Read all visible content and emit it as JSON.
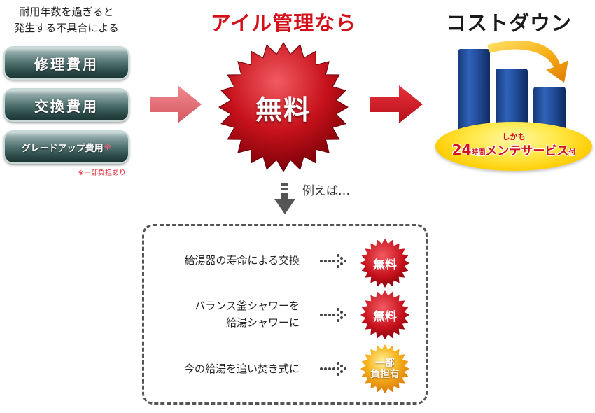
{
  "intro": {
    "line1": "耐用年数を過ぎると",
    "line2": "発生する不具合による"
  },
  "pills": [
    {
      "label": "修理費用"
    },
    {
      "label": "交換費用"
    },
    {
      "label": "グレードアップ費用",
      "mark": "※"
    }
  ],
  "note": "※一部負担あり",
  "headline": "アイル管理なら",
  "burst": "無料",
  "example": "例えば…",
  "result": {
    "title": "コストダウン",
    "oval_sub": "しかも",
    "oval_num": "24",
    "oval_small": "時間",
    "oval_main": "メンテサービス",
    "oval_end": "付"
  },
  "rows": [
    {
      "line1": "給湯器の寿命による交換",
      "line2": "",
      "badge": "無料"
    },
    {
      "line1": "バランス釜シャワーを",
      "line2": "給湯シャワーに",
      "badge": "無料"
    },
    {
      "line1": "今の給湯を追い焚き式に",
      "line2": "",
      "badge1": "一部",
      "badge2": "負担有"
    }
  ],
  "colors": {
    "accent_red": "#d4111b",
    "pill_teal": "#3b5f5d",
    "bar_blue": "#1f4f9f",
    "swoosh_orange": "#f39800",
    "badge_yellow": "#ffcf0a",
    "badge_orange": "#f29a12"
  }
}
